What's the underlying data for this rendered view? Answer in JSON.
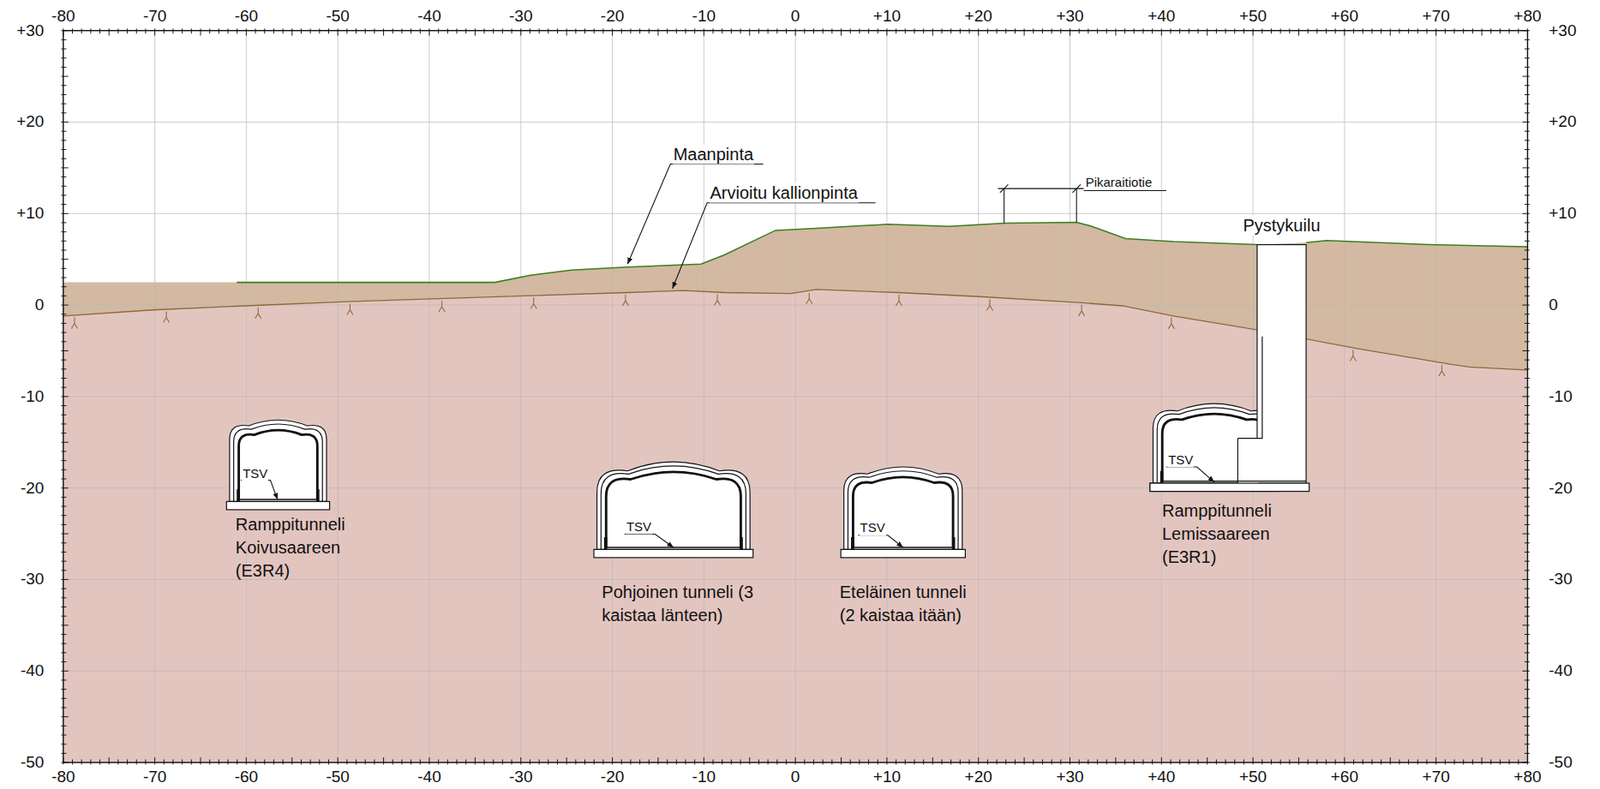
{
  "diagram": {
    "nodes": [
      {
        "text": [
          "TSV",
          "Ramppitunneli Koivusaareen (E3R4)"
        ]
      },
      {
        "text": [
          "TSV",
          "Pohjoinen tunneli (3 kaistaa länteen)"
        ]
      },
      {
        "text": [
          "TSV",
          "Eteläinen tunneli (2 kaistaa itään)"
        ]
      },
      {
        "text": [
          "TSV",
          "Ramppitunneli Lemissaareen (E3R1)"
        ]
      },
      {
        "text": [
          "Pystykuilu"
        ]
      }
    ],
    "labels": [
      "-80",
      "-70",
      "-60",
      "-50",
      "-40",
      "-30",
      "-20",
      "-10",
      "0",
      "+10",
      "+20",
      "+30",
      "+40",
      "+50",
      "+60",
      "+70",
      "+80",
      "-80",
      "-70",
      "-60",
      "-50",
      "-40",
      "-30",
      "-20",
      "-10",
      "0",
      "+10",
      "+20",
      "+30",
      "+40",
      "+50",
      "+60",
      "+70",
      "+80",
      "+30",
      "+20",
      "+10",
      "0",
      "-10",
      "-20",
      "-30",
      "-40",
      "-50",
      "+30",
      "+20",
      "+10",
      "0",
      "-10",
      "-20",
      "-30",
      "-40",
      "-50",
      "Maanpinta",
      "Arvioitu kallionpinta",
      "Pikaraitiotie"
    ]
  }
}
